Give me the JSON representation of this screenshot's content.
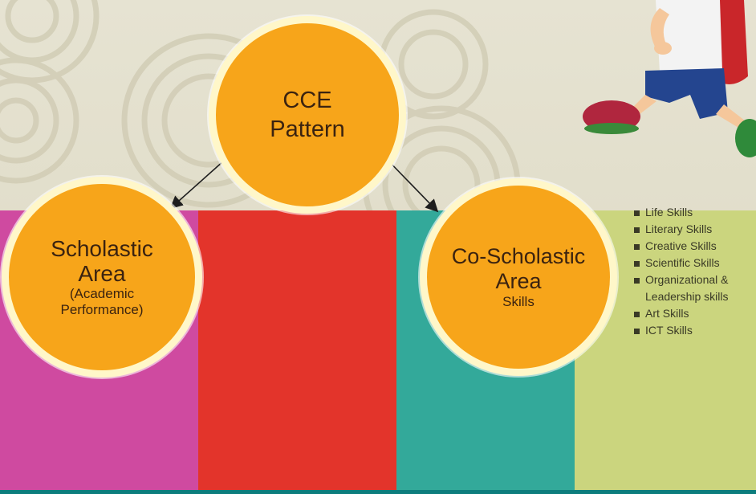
{
  "root_node": {
    "lines": [
      "CCE",
      "Pattern"
    ]
  },
  "scholastic_node": {
    "title_lines": [
      "Scholastic",
      "Area"
    ],
    "sub_lines": [
      "(Academic",
      "Performance)"
    ]
  },
  "co_scholastic_node": {
    "title_lines": [
      "Co-Scholastic",
      "Area"
    ],
    "sub_lines": [
      "Skills"
    ]
  },
  "skills_list": [
    {
      "lines": [
        "Life Skills"
      ]
    },
    {
      "lines": [
        "Literary Skills"
      ]
    },
    {
      "lines": [
        "Creative Skills"
      ]
    },
    {
      "lines": [
        "Scientific Skills"
      ]
    },
    {
      "lines": [
        "Organizational &",
        "Leadership skills"
      ]
    },
    {
      "lines": [
        "Art Skills"
      ]
    },
    {
      "lines": [
        "ICT Skills"
      ]
    }
  ],
  "colors": {
    "node_fill": "#f7a51a",
    "node_border": "#fff7c9",
    "band_pink": "#cf4aa0",
    "band_red": "#e3342b",
    "band_teal": "#33a99a",
    "band_lime": "#cbd57e",
    "background": "#e6e3d2"
  },
  "illustration": "running-schoolboy-with-red-backpack"
}
